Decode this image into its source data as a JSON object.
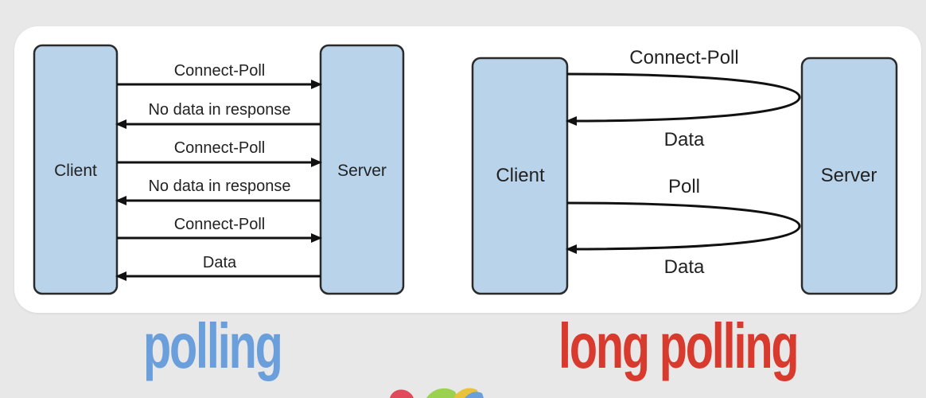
{
  "polling": {
    "client_label": "Client",
    "server_label": "Server",
    "messages": [
      "Connect-Poll",
      "No data in response",
      "Connect-Poll",
      "No data in response",
      "Connect-Poll",
      "Data"
    ]
  },
  "long_polling": {
    "client_label": "Client",
    "server_label": "Server",
    "messages": [
      "Connect-Poll",
      "Data",
      "Poll",
      "Data"
    ]
  },
  "captions": {
    "left": "polling",
    "right": "long polling"
  },
  "colors": {
    "box_fill": "#b8d3ea",
    "box_stroke": "#2a2a2a",
    "caption_left": "#6a9fdc",
    "caption_right": "#d93a2e",
    "background": "#e8e8e8"
  }
}
